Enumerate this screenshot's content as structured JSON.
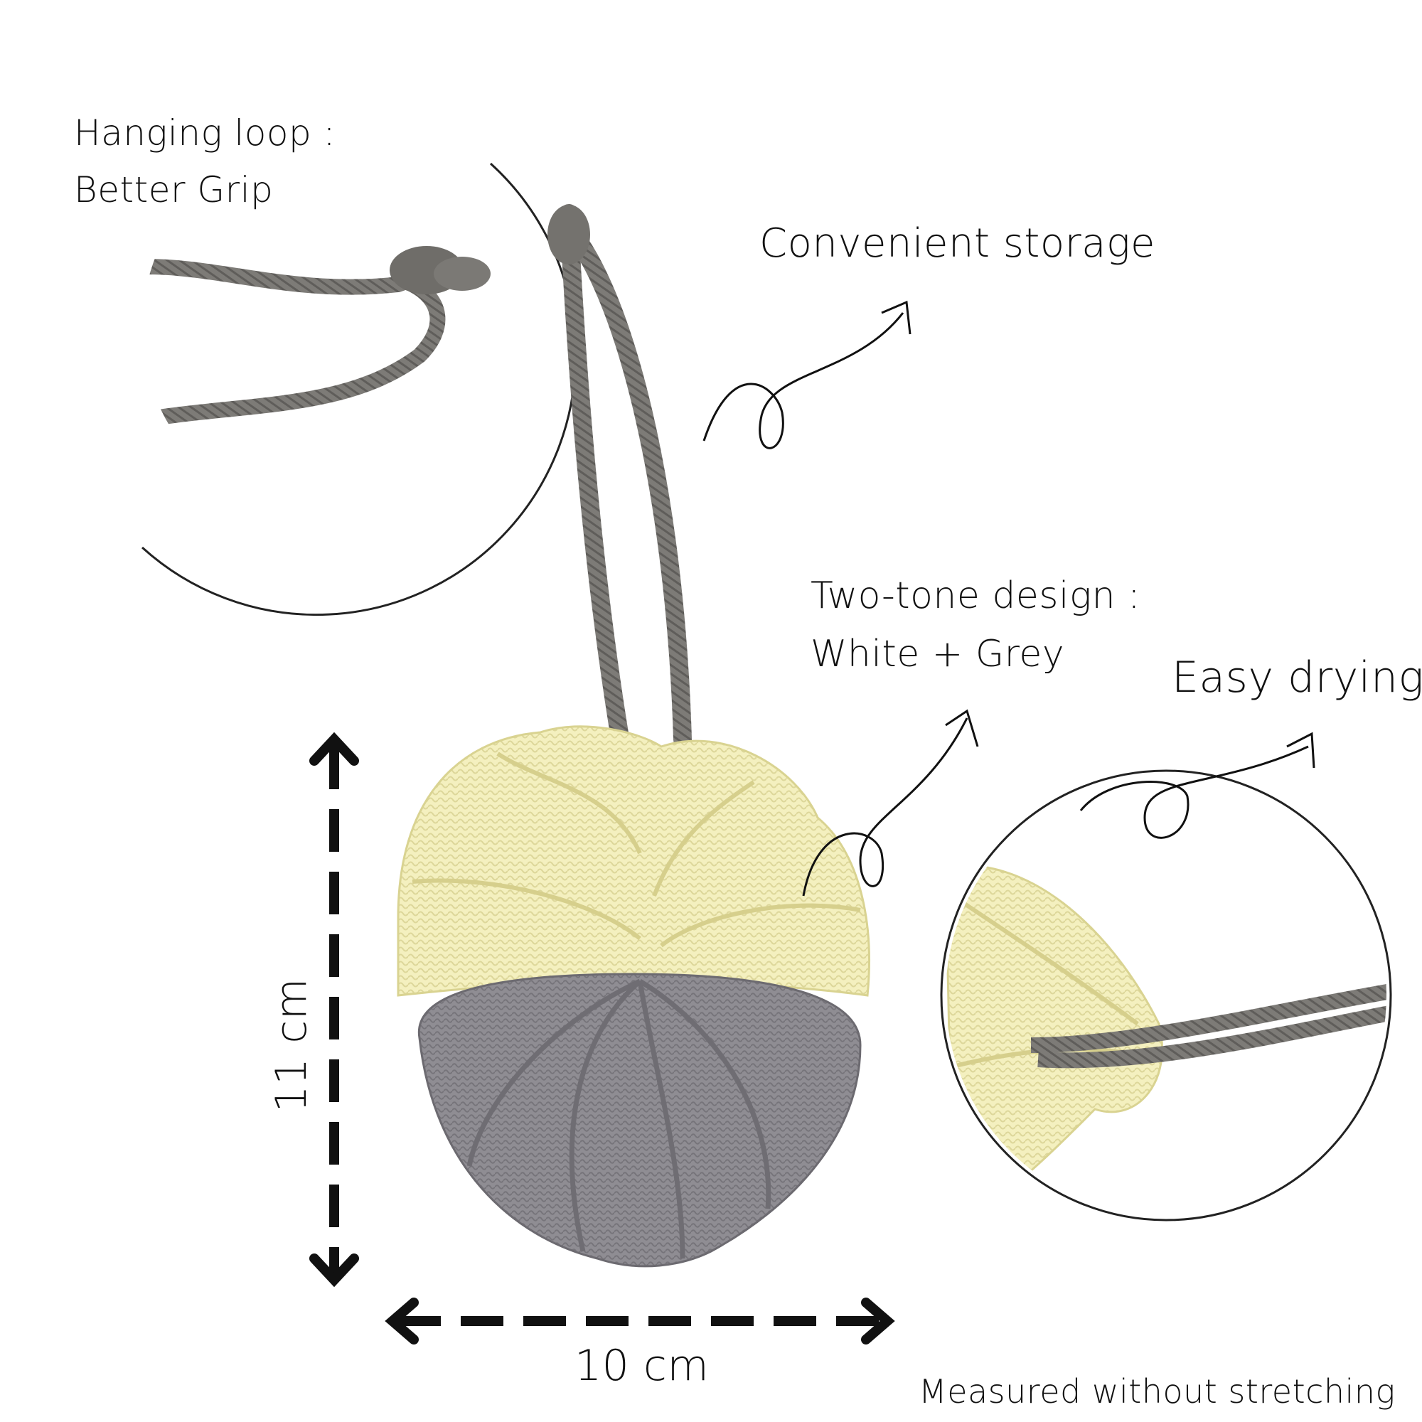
{
  "callouts": {
    "hanging_loop_title": "Hanging loop :",
    "hanging_loop_desc": "Better Grip",
    "convenient_storage": "Convenient storage",
    "two_tone_title": "Two-tone design :",
    "two_tone_desc": "White + Grey",
    "easy_drying": "Easy drying"
  },
  "dimensions": {
    "width": "10 cm",
    "height": "11 cm",
    "note": "Measured without stretching"
  },
  "colors": {
    "cream_mesh": "#f2eeb8",
    "grey_mesh": "#8e8c92",
    "rope": "#7a7874"
  }
}
